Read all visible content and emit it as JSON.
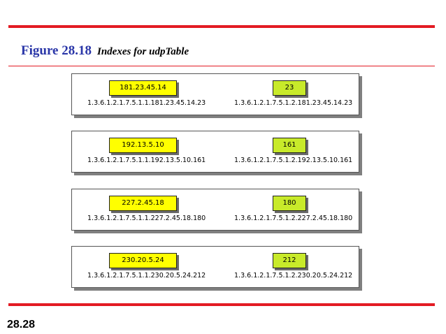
{
  "figure": {
    "number": "Figure 28.18",
    "caption": "Indexes for udpTable"
  },
  "page_number": "28.28",
  "rows": [
    {
      "local_address": "181.23.45.14",
      "local_port": "23",
      "index_address_oid": "1.3.6.1.2.1.7.5.1.1.181.23.45.14.23",
      "index_port_oid": "1.3.6.1.2.1.7.5.1.2.181.23.45.14.23"
    },
    {
      "local_address": "192.13.5.10",
      "local_port": "161",
      "index_address_oid": "1.3.6.1.2.1.7.5.1.1.192.13.5.10.161",
      "index_port_oid": "1.3.6.1.2.1.7.5.1.2.192.13.5.10.161"
    },
    {
      "local_address": "227.2.45.18",
      "local_port": "180",
      "index_address_oid": "1.3.6.1.2.1.7.5.1.1.227.2.45.18.180",
      "index_port_oid": "1.3.6.1.2.1.7.5.1.2.227.2.45.18.180"
    },
    {
      "local_address": "230.20.5.24",
      "local_port": "212",
      "index_address_oid": "1.3.6.1.2.1.7.5.1.1.230.20.5.24.212",
      "index_port_oid": "1.3.6.1.2.1.7.5.1.2.230.20.5.24.212"
    }
  ],
  "colors": {
    "rule": "#e31b23",
    "figure_number": "#2a36a8",
    "address_box": "#ffff00",
    "port_box": "#c8ea2a"
  }
}
